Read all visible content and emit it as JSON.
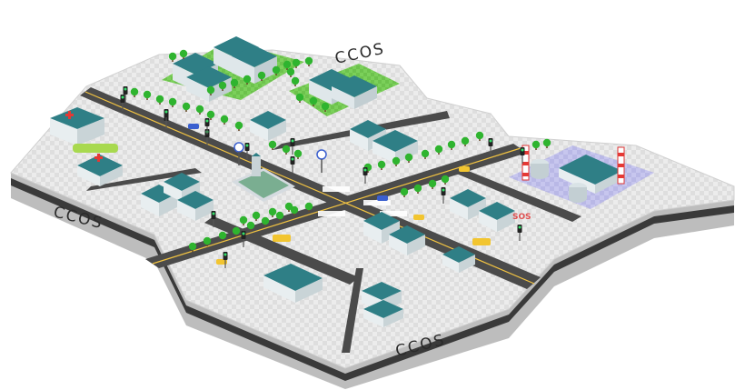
{
  "labels": {
    "logo_top": "CCOS",
    "logo_left": "CCOS",
    "logo_bottom": "CCOS",
    "sos": "SOS"
  },
  "colors": {
    "ground": "#e9e9e9",
    "road": "#4b4b4b",
    "curb": "#c8c8c8",
    "grass": "#7bd05a",
    "factory_pad": "#c7c6ee",
    "building_roof": "#2f7f86",
    "building_wall": "#e8eef0",
    "tree": "#2fb42f",
    "lane_line": "#f4c542"
  },
  "icons": [
    "hospital-icon",
    "traffic-light-icon",
    "street-lamp-icon",
    "parking-sign-icon",
    "factory-icon",
    "chimney-icon",
    "storage-tank-icon",
    "car-icon",
    "bus-icon",
    "tree-icon"
  ]
}
